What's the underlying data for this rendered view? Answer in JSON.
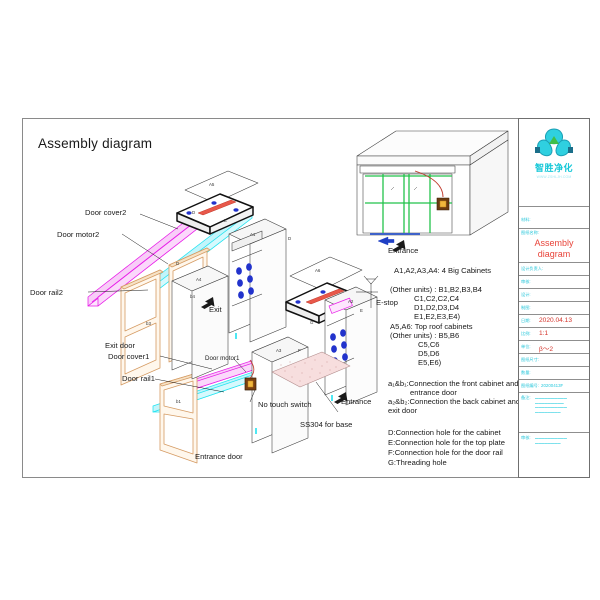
{
  "document": {
    "title": "Assembly diagram"
  },
  "diagram": {
    "labels": {
      "door_cover2": "Door cover2",
      "door_motor2": "Door motor2",
      "door_rail2": "Door rail2",
      "exit_door": "Exit door",
      "exit": "Exit",
      "door_cover1": "Door cover1",
      "door_rail1": "Door rail1",
      "door_motor1": "Door motor1",
      "no_touch_switch": "No touch switch",
      "ss304_base": "SS304 for base",
      "entrance_door": "Entrance door",
      "entrance": "Entrance",
      "entrance_room": "Entrance",
      "estop": "E-stop"
    },
    "part_tags": {
      "a1": "A1",
      "a2": "A2",
      "a3": "A3",
      "a4": "A4",
      "a5": "A5",
      "a6": "A6",
      "b1": "b1",
      "b2": "b2",
      "b3": "b3",
      "b4": "b4",
      "d": "D",
      "e": "E",
      "f": "F",
      "g": "G"
    }
  },
  "legend": {
    "cabinets": [
      "A1,A2,A3,A4: 4 Big Cabinets",
      "(Other units) : B1,B2,B3,B4",
      "C1,C2,C2,C4",
      "D1,D2,D3,D4",
      "E1,E2,E3,E4)",
      "A5,A6: Top roof cabinets",
      "(Other units) : B5,B6",
      "C5,C6",
      "D5,D6",
      "E5,E6)"
    ],
    "connections": [
      "a₁&b₁:Connection the front cabinet and",
      "entrance door",
      "a₂&b₂:Connection the back cabinet and",
      "exit door"
    ],
    "holes": [
      "D:Connection hole for the cabinet",
      "E:Connection hole for the top plate",
      "F:Connection hole for the door rail",
      "G:Threading hole"
    ]
  },
  "title_block": {
    "company_cn": "智胜净化",
    "company_url": "WWW.ZSHLJH.COM",
    "rows": [
      {
        "key": "材料:",
        "value": ""
      },
      {
        "key": "图纸名称:",
        "value": "Assembly\ndiagram"
      },
      {
        "key": "设计负责人:",
        "value": ""
      },
      {
        "key": "审核:",
        "value": ""
      },
      {
        "key": "设计:",
        "value": ""
      },
      {
        "key": "制图:",
        "value": ""
      },
      {
        "key": "日期:",
        "value": "2020.04.13"
      },
      {
        "key": "比例:",
        "value": "1:1"
      },
      {
        "key": "单位:",
        "value": "β～2"
      },
      {
        "key": "图纸尺寸:",
        "value": ""
      },
      {
        "key": "数量:",
        "value": ""
      },
      {
        "key": "图纸编号:",
        "value": "20200413F"
      },
      {
        "key": "备注:",
        "value": ""
      },
      {
        "key": "审核:",
        "value": ""
      }
    ],
    "date": "2020.04.13",
    "scale": "1:1",
    "unit": "β～2",
    "drawing_no": "20200413F"
  },
  "colors": {
    "rail_magenta": "#e81ce8",
    "rail_cyan": "#22e3f0",
    "door_frame": "#d59b63",
    "nozzle_blue": "#2233cc",
    "line_gray": "#3a3a3a",
    "accent_red": "#e8443a",
    "brand_cyan": "#22c8dc",
    "green_door": "#22c24a",
    "switch_orange": "#e8a020"
  }
}
